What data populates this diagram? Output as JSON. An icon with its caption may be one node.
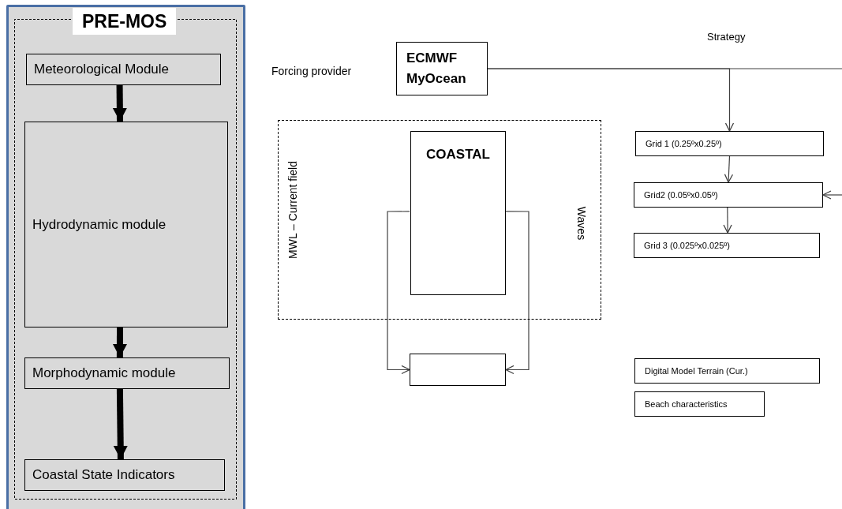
{
  "diagram": {
    "nodes": [
      {
        "text": [
          "PRE-MOS"
        ]
      },
      {
        "text": [
          "Meteorological Module"
        ],
        "in": 0
      },
      {
        "text": [
          "Hydrodynamic module"
        ],
        "in": 0
      },
      {
        "text": [
          "Morphodynamic module"
        ],
        "in": 0
      },
      {
        "text": [
          "Coastal State Indicators"
        ],
        "in": 0
      },
      {
        "text": [
          "ECMWF",
          "MyOcean"
        ]
      },
      {
        "text": [
          "MWL – Current field",
          "Waves"
        ]
      },
      {
        "text": [
          "COASTAL"
        ],
        "in": 6
      },
      {
        "text": [],
        "shape": "box"
      },
      {
        "text": [
          "Grid 1 (0.25ºx0.25º)"
        ]
      },
      {
        "text": [
          "Grid2 (0.05ºx0.05º)"
        ]
      },
      {
        "text": [
          "Grid 3 (0.025ºx0.025º)"
        ]
      },
      {
        "text": [
          "Digital Model Terrain (Cur.)"
        ]
      },
      {
        "text": [
          "Beach characteristics"
        ]
      }
    ],
    "edges": [
      {
        "from": 1,
        "to": 2,
        "arrow": "to",
        "style": "thick"
      },
      {
        "from": 2,
        "to": 3,
        "arrow": "to",
        "style": "thick"
      },
      {
        "from": 3,
        "to": 4,
        "arrow": "to",
        "style": "thick"
      },
      {
        "from": 5,
        "to": 9,
        "arrow": "to"
      },
      {
        "from": 5,
        "to": null,
        "arrow": "none"
      },
      {
        "from": 9,
        "to": 10,
        "arrow": "to"
      },
      {
        "from": 10,
        "to": 11,
        "arrow": "to"
      },
      {
        "from": null,
        "to": 10,
        "arrow": "to"
      },
      {
        "from": 7,
        "to": 8,
        "arrow": "to"
      },
      {
        "from": 7,
        "to": 8,
        "arrow": "to"
      }
    ],
    "labels": [
      "Forcing provider",
      "Strategy"
    ]
  }
}
